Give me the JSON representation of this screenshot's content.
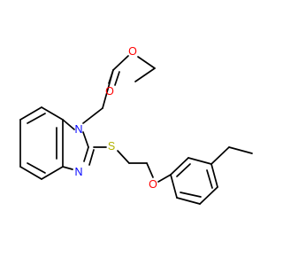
{
  "molecule": {
    "atoms": {
      "o_carbonyl": {
        "symbol": "O",
        "color": "#ff0000"
      },
      "o_ester": {
        "symbol": "O",
        "color": "#ff0000"
      },
      "n1": {
        "symbol": "N",
        "color": "#0000ff"
      },
      "n3": {
        "symbol": "N",
        "color": "#0000ff"
      },
      "s": {
        "symbol": "S",
        "color": "#b2b200"
      },
      "o_ether": {
        "symbol": "O",
        "color": "#ff0000"
      }
    },
    "bond_color": "#000000",
    "background": "#ffffff"
  }
}
